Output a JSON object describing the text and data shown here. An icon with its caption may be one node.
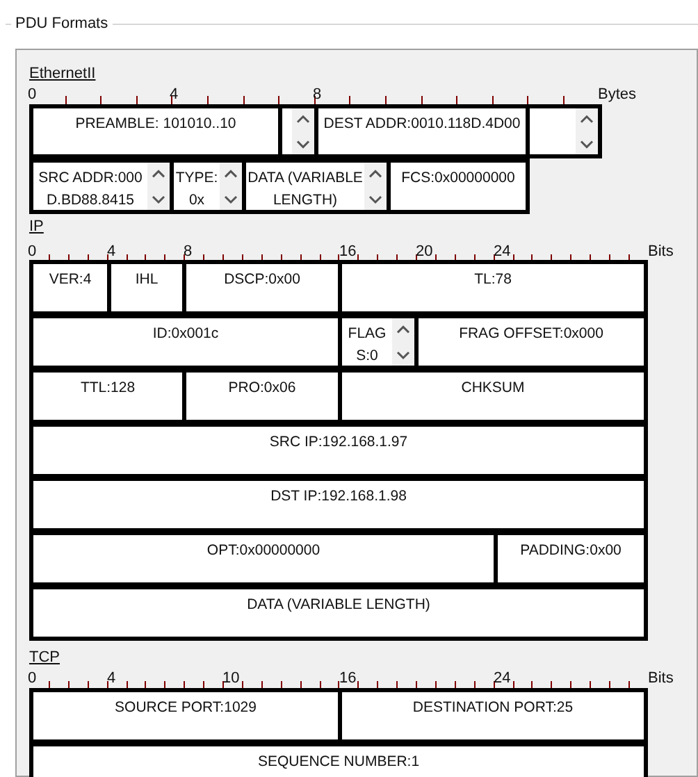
{
  "diagram": {
    "title": "PDU Formats",
    "nodes": [
      {
        "text": [
          "PREAMBLE: 101010..10"
        ]
      },
      {
        "text": [],
        "shape": "box"
      },
      {
        "text": [
          "DEST ADDR:0010.118D.4D00"
        ]
      },
      {
        "text": [],
        "shape": "box"
      },
      {
        "text": [
          "SRC ADDR:000D.BD88.8415"
        ]
      },
      {
        "text": [
          "TYPE:0x"
        ]
      },
      {
        "text": [
          "DATA (VARIABLE LENGTH)"
        ]
      },
      {
        "text": [
          "FCS:0x00000000"
        ]
      },
      {
        "text": [
          "VER:4"
        ]
      },
      {
        "text": [
          "IHL"
        ]
      },
      {
        "text": [
          "DSCP:0x00"
        ]
      },
      {
        "text": [
          "TL:78"
        ]
      },
      {
        "text": [
          "ID:0x001c"
        ]
      },
      {
        "text": [
          "FLAGS:0"
        ]
      },
      {
        "text": [
          "FRAG OFFSET:0x000"
        ]
      },
      {
        "text": [
          "TTL:128"
        ]
      },
      {
        "text": [
          "PRO:0x06"
        ]
      },
      {
        "text": [
          "CHKSUM"
        ]
      },
      {
        "text": [
          "SRC IP:192.168.1.97"
        ]
      },
      {
        "text": [
          "DST IP:192.168.1.98"
        ]
      },
      {
        "text": [
          "OPT:0x00000000"
        ]
      },
      {
        "text": [
          "PADDING:0x00"
        ]
      },
      {
        "text": [
          "DATA (VARIABLE LENGTH)"
        ]
      },
      {
        "text": [
          "SOURCE PORT:1029"
        ]
      },
      {
        "text": [
          "DESTINATION PORT:25"
        ]
      },
      {
        "text": [
          "SEQUENCE NUMBER:1"
        ]
      }
    ],
    "labels": [
      "EthernetII",
      "0",
      "4",
      "8",
      "Bytes",
      "IP",
      "0",
      "4",
      "8",
      "16",
      "20",
      "24",
      "Bits",
      "TCP",
      "0",
      "4",
      "10",
      "16",
      "24",
      "Bits"
    ]
  }
}
